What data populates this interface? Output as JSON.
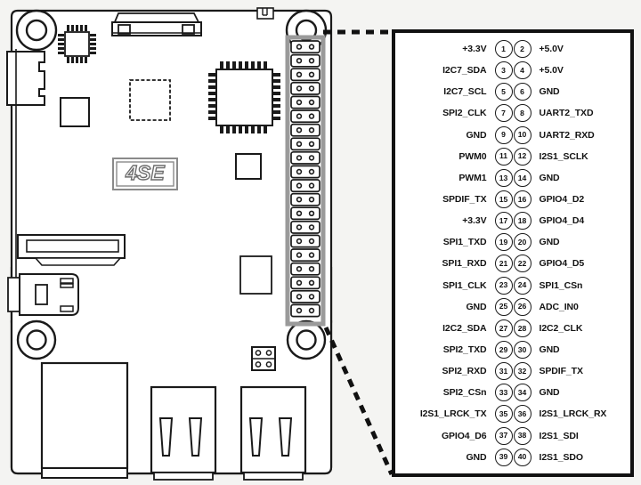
{
  "board": {
    "silkscreen_label": "4SE",
    "colors": {
      "outline": "#1a1a1a",
      "header_highlight": "#9a9a9a",
      "panel_border": "#111111",
      "page_background": "#f4f4f2",
      "panel_background": "#ffffff"
    }
  },
  "pinout": {
    "rows": [
      {
        "left": "+3.3V",
        "left_pin": "1",
        "right_pin": "2",
        "right": "+5.0V"
      },
      {
        "left": "I2C7_SDA",
        "left_pin": "3",
        "right_pin": "4",
        "right": "+5.0V"
      },
      {
        "left": "I2C7_SCL",
        "left_pin": "5",
        "right_pin": "6",
        "right": "GND"
      },
      {
        "left": "SPI2_CLK",
        "left_pin": "7",
        "right_pin": "8",
        "right": "UART2_TXD"
      },
      {
        "left": "GND",
        "left_pin": "9",
        "right_pin": "10",
        "right": "UART2_RXD"
      },
      {
        "left": "PWM0",
        "left_pin": "11",
        "right_pin": "12",
        "right": "I2S1_SCLK"
      },
      {
        "left": "PWM1",
        "left_pin": "13",
        "right_pin": "14",
        "right": "GND"
      },
      {
        "left": "SPDIF_TX",
        "left_pin": "15",
        "right_pin": "16",
        "right": "GPIO4_D2"
      },
      {
        "left": "+3.3V",
        "left_pin": "17",
        "right_pin": "18",
        "right": "GPIO4_D4"
      },
      {
        "left": "SPI1_TXD",
        "left_pin": "19",
        "right_pin": "20",
        "right": "GND"
      },
      {
        "left": "SPI1_RXD",
        "left_pin": "21",
        "right_pin": "22",
        "right": "GPIO4_D5"
      },
      {
        "left": "SPI1_CLK",
        "left_pin": "23",
        "right_pin": "24",
        "right": "SPI1_CSn"
      },
      {
        "left": "GND",
        "left_pin": "25",
        "right_pin": "26",
        "right": "ADC_IN0"
      },
      {
        "left": "I2C2_SDA",
        "left_pin": "27",
        "right_pin": "28",
        "right": "I2C2_CLK"
      },
      {
        "left": "SPI2_TXD",
        "left_pin": "29",
        "right_pin": "30",
        "right": "GND"
      },
      {
        "left": "SPI2_RXD",
        "left_pin": "31",
        "right_pin": "32",
        "right": "SPDIF_TX"
      },
      {
        "left": "SPI2_CSn",
        "left_pin": "33",
        "right_pin": "34",
        "right": "GND"
      },
      {
        "left": "I2S1_LRCK_TX",
        "left_pin": "35",
        "right_pin": "36",
        "right": "I2S1_LRCK_RX"
      },
      {
        "left": "GPIO4_D6",
        "left_pin": "37",
        "right_pin": "38",
        "right": "I2S1_SDI"
      },
      {
        "left": "GND",
        "left_pin": "39",
        "right_pin": "40",
        "right": "I2S1_SDO"
      }
    ]
  }
}
